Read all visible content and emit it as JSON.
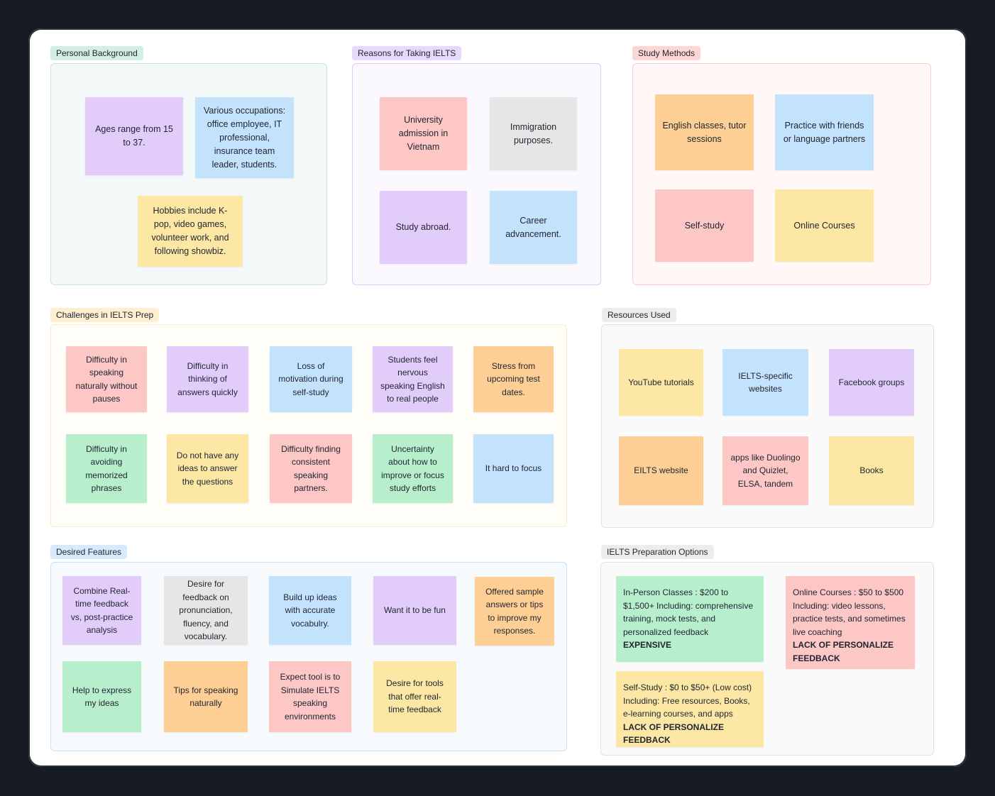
{
  "sections": {
    "personal_background": {
      "title": "Personal Background",
      "notes": [
        "Ages range from 15 to 37.",
        "Various occupations: office employee, IT professional, insurance team leader, students.",
        "Hobbies include K-pop, video games, volunteer work, and following showbiz."
      ]
    },
    "reasons": {
      "title": "Reasons for Taking IELTS",
      "notes": [
        "University admission in Vietnam",
        "Immigration purposes.",
        "Study abroad.",
        "Career advancement."
      ]
    },
    "study_methods": {
      "title": "Study Methods",
      "notes": [
        "English classes, tutor sessions",
        "Practice with friends or language partners",
        "Self-study",
        "Online Courses"
      ]
    },
    "challenges": {
      "title": "Challenges in IELTS Prep",
      "notes": [
        "Difficulty in speaking naturally without pauses",
        "Difficulty in thinking of answers quickly",
        "Loss of motivation during self-study",
        "Students feel nervous speaking English to real people",
        "Stress from upcoming test dates.",
        "Difficulty in avoiding memorized phrases",
        "Do not have any ideas to answer the questions",
        "Difficulty finding consistent speaking partners.",
        "Uncertainty about how to improve or focus study efforts",
        "It hard to focus"
      ]
    },
    "resources": {
      "title": "Resources Used",
      "notes": [
        "YouTube tutorials",
        "IELTS-specific websites",
        "Facebook groups",
        "EILTS website",
        "apps like Duolingo and Quizlet, ELSA, tandem",
        "Books"
      ]
    },
    "desired_features": {
      "title": "Desired Features",
      "notes": [
        "Combine Real-time feedback vs, post-practice analysis",
        "Desire for feedback on pronunciation, fluency, and vocabulary.",
        "Build up ideas with accurate vocabulry.",
        "Want it to be fun",
        "Offered sample answers or tips to improve my responses.",
        "Help to express my ideas",
        "Tips for speaking naturally",
        "Expect tool is to Simulate IELTS speaking environments",
        "Desire for tools that offer real-time feedback"
      ]
    },
    "prep_options": {
      "title": "IELTS Preparation Options",
      "notes": [
        {
          "body": "In-Person Classes : $200 to $1,500+ Including: comprehensive training, mock tests, and personalized feedback",
          "verdict": "EXPENSIVE"
        },
        {
          "body": "Online Courses : $50 to $500 Including: video lessons, practice tests, and sometimes live coaching",
          "verdict": "LACK OF PERSONALIZE FEEDBACK"
        },
        {
          "body": "Self-Study : $0 to $50+ (Low cost) Including: Free resources, Books, e-learning courses, and apps",
          "verdict": "LACK OF PERSONALIZE FEEDBACK"
        }
      ]
    }
  },
  "colors": {
    "background": "#161b24",
    "board": "#ffffff",
    "purple": "#e2ccfa",
    "blue": "#c3e2fb",
    "yellow": "#fde7a4",
    "pink": "#fcc7c5",
    "gray": "#e6e6e6",
    "orange": "#fdcf95",
    "green": "#b7efcc"
  }
}
